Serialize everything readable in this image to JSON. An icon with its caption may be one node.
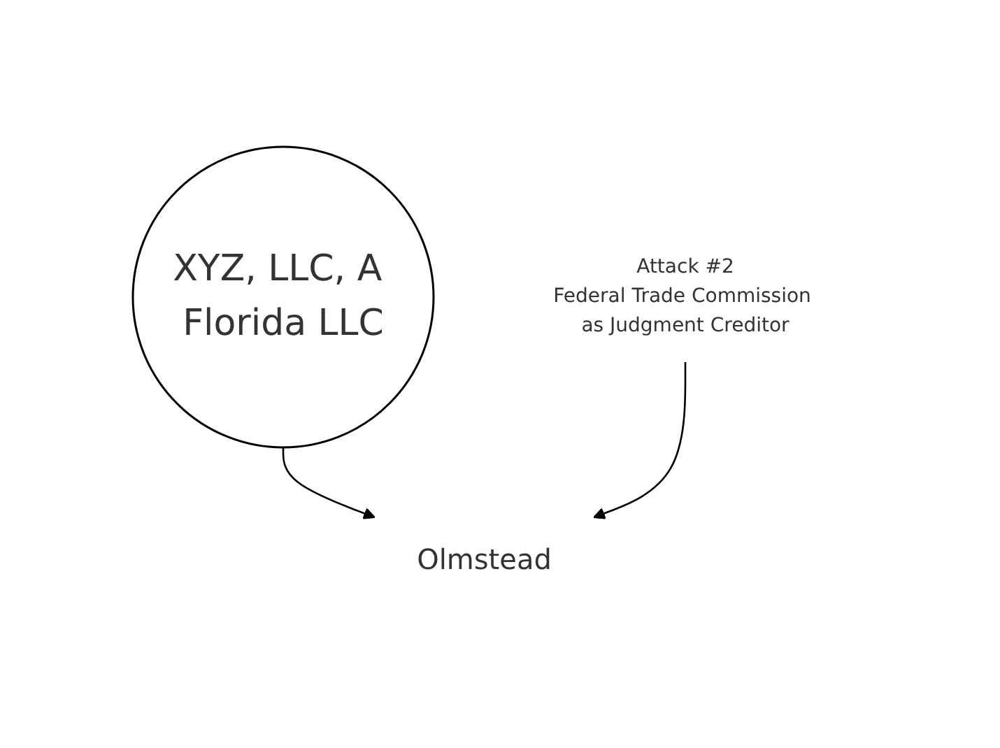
{
  "diagram": {
    "nodes": [
      {
        "text": [
          "XYZ, LLC, A Florida LLC"
        ]
      },
      {
        "text": [
          "Olmstead"
        ]
      },
      {
        "text": [
          "Attack #2",
          "Federal Trade Commission as Judgment Creditor"
        ]
      }
    ],
    "edges": [
      {
        "from": 0,
        "to": 1,
        "arrow": "to"
      },
      {
        "from": 2,
        "to": 1,
        "arrow": "to"
      }
    ]
  }
}
